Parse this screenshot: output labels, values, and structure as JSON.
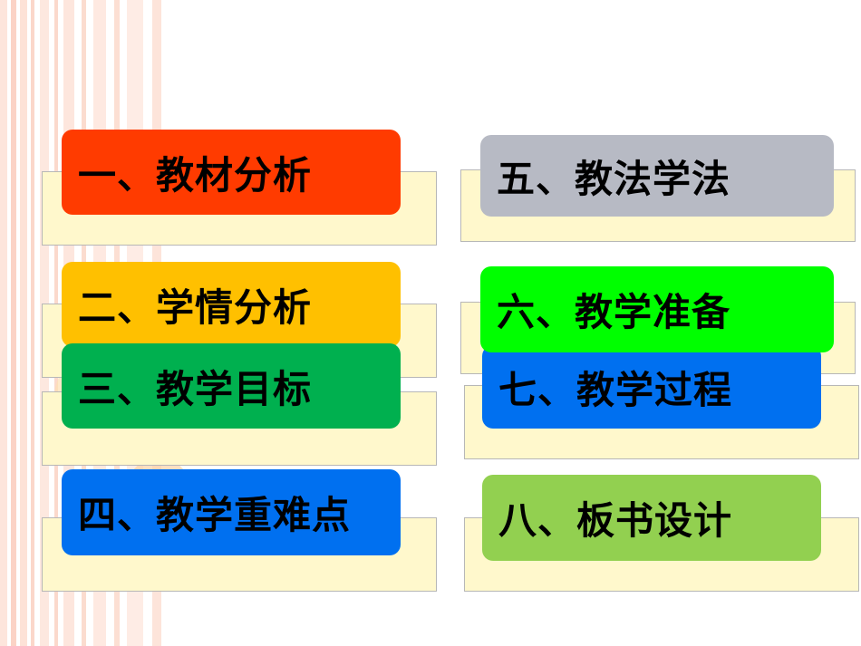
{
  "items": [
    {
      "label": "一、教材分析",
      "color": "#ff3b00"
    },
    {
      "label": "二、学情分析",
      "color": "#ffc000"
    },
    {
      "label": "三、教学目标",
      "color": "#00b04f"
    },
    {
      "label": "四、教学重难点",
      "color": "#0070f0"
    },
    {
      "label": "五、教法学法",
      "color": "#b7bac4"
    },
    {
      "label": "六、教学准备",
      "color": "#00ff00"
    },
    {
      "label": "七、教学过程",
      "color": "#0070f0"
    },
    {
      "label": "八、板书设计",
      "color": "#92d050"
    }
  ],
  "colors": {
    "back_box": "#fff8cc",
    "stripe": "#fbd3c6"
  }
}
